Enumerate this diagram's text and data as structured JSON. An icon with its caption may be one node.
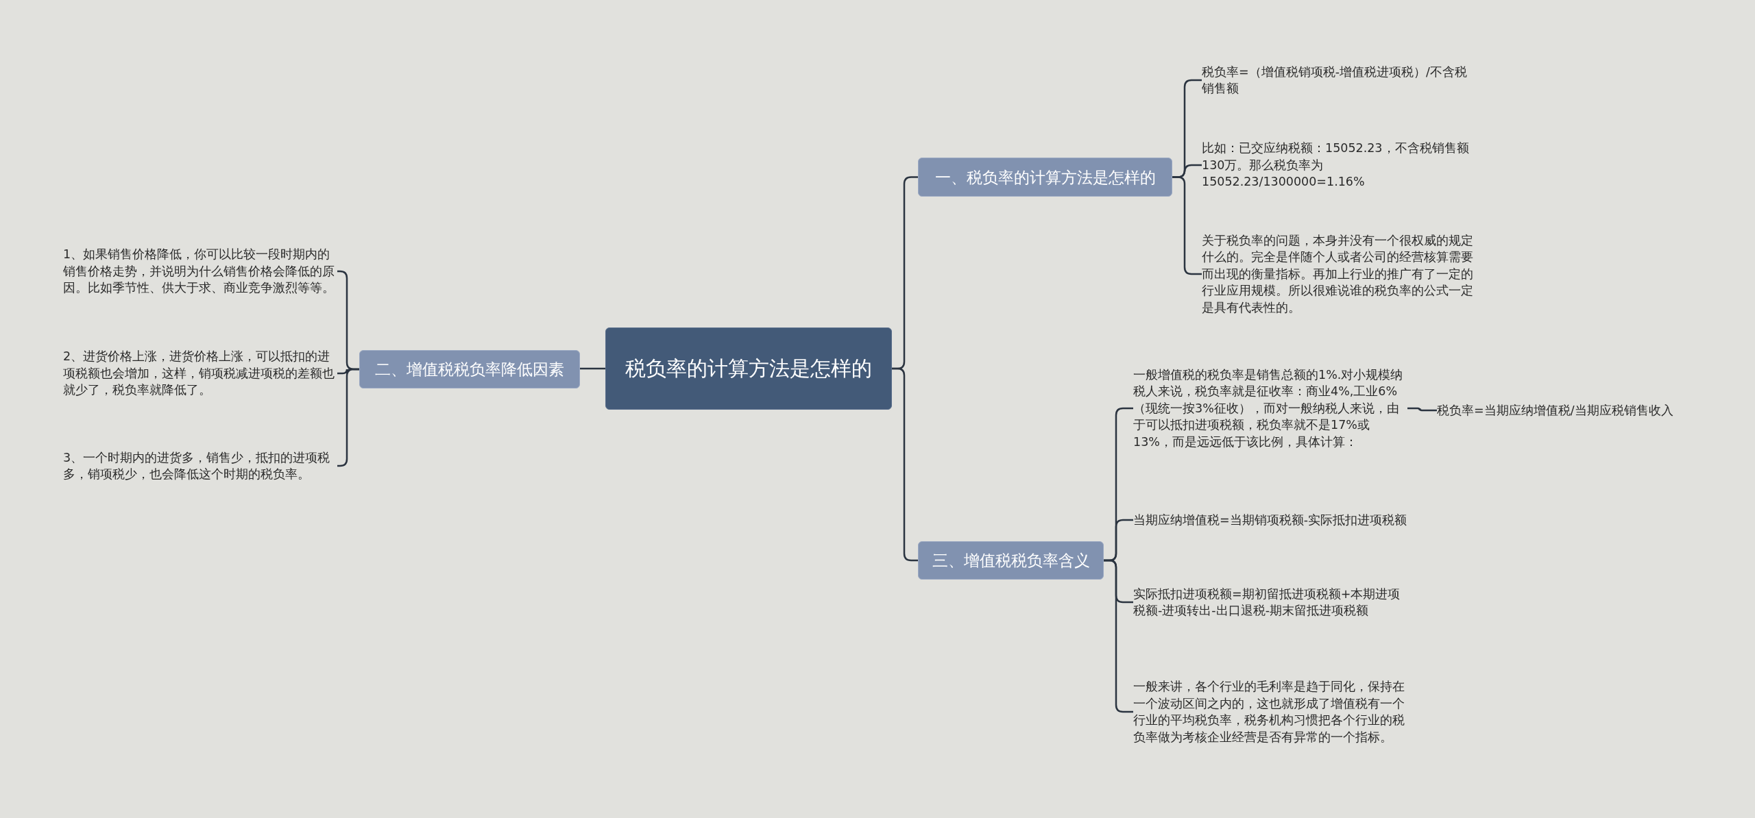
{
  "diagram": {
    "nodes": [
      {
        "text": [
          "税负率的计算方法是怎样的"
        ]
      },
      {
        "text": [
          "一、税负率的计算方法是怎样的"
        ]
      },
      {
        "text": [
          "税负率=（增值税销项税-增值税进项税）/不含税销售额"
        ]
      },
      {
        "text": [
          "比如：已交应纳税额：15052.23，不含税销售额130万。那么税负率为15052.23/1300000=1.16%"
        ]
      },
      {
        "text": [
          "关于税负率的问题，本身并没有一个很权威的规定什么的。完全是伴随个人或者公司的经营核算需要而出现的衡量指标。再加上行业的推广有了一定的行业应用规模。所以很难说谁的税负率的公式一定是具有代表性的。"
        ]
      },
      {
        "text": [
          "二、增值税税负率降低因素"
        ]
      },
      {
        "text": [
          "1、如果销售价格降低，你可以比较一段时期内的销售价格走势，并说明为什么销售价格会降低的原因。比如季节性、供大于求、商业竞争激烈等等。"
        ]
      },
      {
        "text": [
          "2、进货价格上涨，进货价格上涨，可以抵扣的进项税额也会增加，这样，销项税减进项税的差额也就少了，税负率就降低了。"
        ]
      },
      {
        "text": [
          "3、一个时期内的进货多，销售少，抵扣的进项税多，销项税少，也会降低这个时期的税负率。"
        ]
      },
      {
        "text": [
          "三、增值税税负率含义"
        ]
      },
      {
        "text": [
          "一般增值税的税负率是销售总额的1%.对小规模纳税人来说，税负率就是征收率：商业4%,工业6%（现统一按3%征收），而对一般纳税人来说，由于可以抵扣进项税额，税负率就不是17%或13%，而是远远低于该比例，具体计算："
        ]
      },
      {
        "text": [
          "税负率=当期应纳增值税/当期应税销售收入"
        ]
      },
      {
        "text": [
          "当期应纳增值税=当期销项税额-实际抵扣进项税额"
        ]
      },
      {
        "text": [
          "实际抵扣进项税额=期初留抵进项税额+本期进项税额-进项转出-出口退税-期末留抵进项税额"
        ]
      },
      {
        "text": [
          "一般来讲，各个行业的毛利率是趋于同化，保持在一个波动区间之内的，这也就形成了增值税有一个行业的平均税负率，税务机构习惯把各个行业的税负率做为考核企业经营是否有异常的一个指标。"
        ]
      }
    ],
    "edges": [
      {
        "from": 0,
        "to": 1,
        "arrow": "none"
      },
      {
        "from": 1,
        "to": 2,
        "arrow": "none"
      },
      {
        "from": 1,
        "to": 3,
        "arrow": "none"
      },
      {
        "from": 1,
        "to": 4,
        "arrow": "none"
      },
      {
        "from": 0,
        "to": 5,
        "arrow": "none"
      },
      {
        "from": 5,
        "to": 6,
        "arrow": "none"
      },
      {
        "from": 5,
        "to": 7,
        "arrow": "none"
      },
      {
        "from": 5,
        "to": 8,
        "arrow": "none"
      },
      {
        "from": 0,
        "to": 9,
        "arrow": "none"
      },
      {
        "from": 9,
        "to": 10,
        "arrow": "none"
      },
      {
        "from": 10,
        "to": 11,
        "arrow": "none"
      },
      {
        "from": 9,
        "to": 12,
        "arrow": "none"
      },
      {
        "from": 9,
        "to": 13,
        "arrow": "none"
      },
      {
        "from": 9,
        "to": 14,
        "arrow": "none"
      }
    ]
  }
}
